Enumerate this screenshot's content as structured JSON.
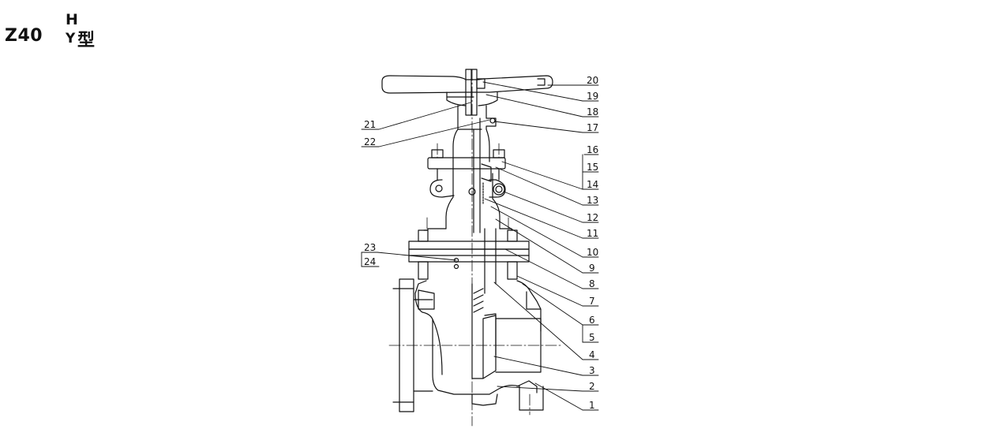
{
  "title": {
    "main": "Z40",
    "superscript": "H",
    "subscript": "Y",
    "suffix": "型"
  },
  "callouts_right": [
    "20",
    "19",
    "18",
    "17",
    "16",
    "15",
    "14",
    "13",
    "12",
    "11",
    "10",
    "9",
    "8",
    "7",
    "6",
    "5",
    "4",
    "3",
    "2",
    "1"
  ],
  "callouts_left": [
    "21",
    "22",
    "23",
    "24"
  ],
  "colors": {
    "line": "#111111",
    "background": "#ffffff"
  }
}
